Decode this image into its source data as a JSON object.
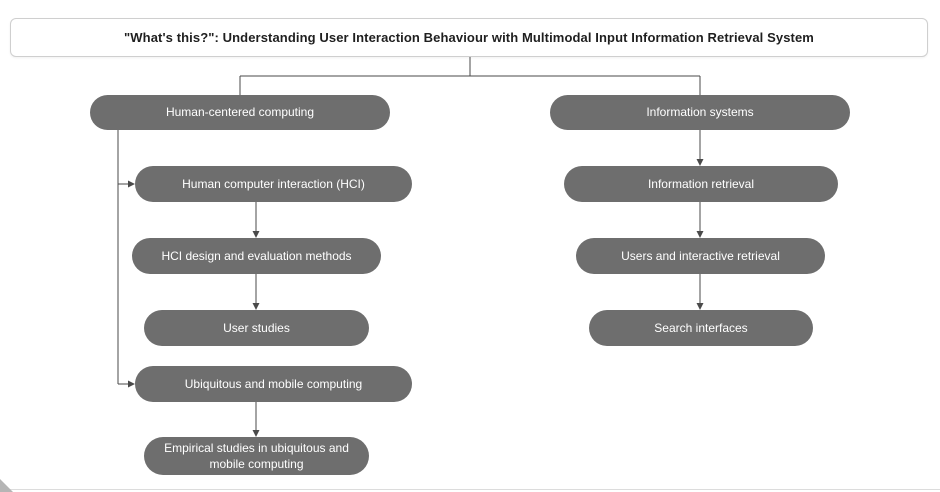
{
  "title": {
    "text": "\"What's this?\": Understanding User Interaction Behaviour with Multimodal Input Information Retrieval System"
  },
  "nodes": {
    "hcc": {
      "label": "Human-centered computing"
    },
    "hci": {
      "label": "Human computer interaction (HCI)"
    },
    "design": {
      "label": "HCI design and evaluation methods"
    },
    "userstud": {
      "label": "User studies"
    },
    "ubi": {
      "label": "Ubiquitous and mobile computing"
    },
    "empirical": {
      "label": "Empirical studies in ubiquitous and mobile computing"
    },
    "is": {
      "label": "Information systems"
    },
    "ir": {
      "label": "Information retrieval"
    },
    "uir": {
      "label": "Users and interactive retrieval"
    },
    "si": {
      "label": "Search interfaces"
    }
  },
  "colors": {
    "node_bg": "#6e6e6e",
    "node_text": "#ffffff",
    "connector": "#4a4a4a",
    "title_border": "#cfcfcf"
  }
}
